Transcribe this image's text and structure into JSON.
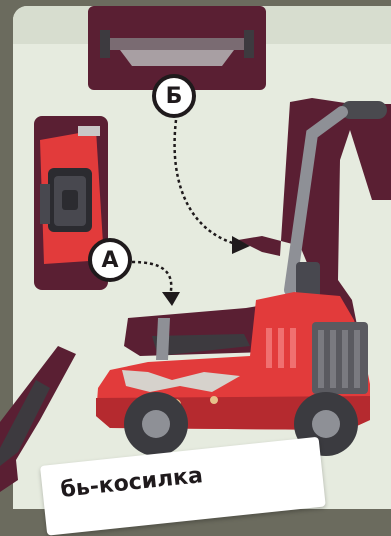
{
  "markers": {
    "a": "А",
    "b": "Б"
  },
  "caption": "бь-косилка",
  "colors": {
    "background": "#e6ebdf",
    "silhouette": "#5a1f33",
    "mower_body": "#e23b3b",
    "handle": "#8e9096",
    "marker_fill": "#ffffff",
    "marker_outline": "#1f1a1c"
  },
  "icons": [
    "lawn-mower-illustration",
    "handle-part",
    "engine-part",
    "blade-guard-part",
    "arrow-a",
    "arrow-b"
  ]
}
